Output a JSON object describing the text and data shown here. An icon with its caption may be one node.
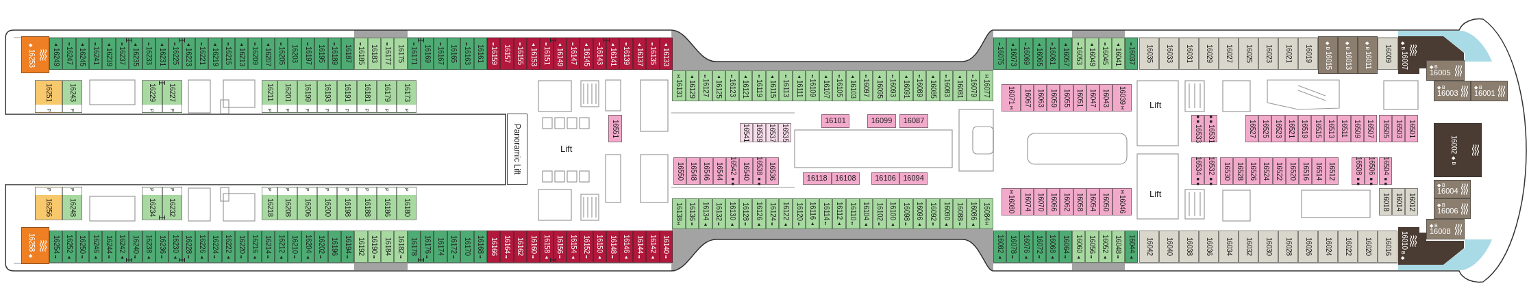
{
  "diagram": {
    "nodes": [
      {
        "text": [
          "◆",
          "16253"
        ]
      },
      {
        "text": [
          "▲",
          "16249"
        ]
      },
      {
        "text": [
          "••",
          "16247"
        ]
      },
      {
        "text": [
          "▲",
          "16245"
        ]
      },
      {
        "text": [
          "••",
          "16241"
        ]
      },
      {
        "text": [
          "▲",
          "16239"
        ]
      },
      {
        "text": [
          "••",
          "16237"
        ]
      },
      {
        "text": [
          "▲",
          "16235"
        ]
      },
      {
        "text": [
          "••",
          "16233"
        ]
      },
      {
        "text": [
          "▲",
          "16231"
        ]
      },
      {
        "text": [
          "••",
          "16225"
        ]
      },
      {
        "text": [
          "▲",
          "16223"
        ]
      },
      {
        "text": [
          "••",
          "16221"
        ]
      },
      {
        "text": [
          "▲",
          "16219"
        ]
      },
      {
        "text": [
          "••",
          "16215"
        ]
      },
      {
        "text": [
          "▲",
          "16213"
        ]
      },
      {
        "text": [
          "••",
          "16209"
        ]
      },
      {
        "text": [
          "▲",
          "16207"
        ]
      },
      {
        "text": [
          "••",
          "16205"
        ]
      },
      {
        "text": [
          "16203"
        ]
      },
      {
        "text": [
          "••",
          "16197"
        ]
      },
      {
        "text": [
          "16195"
        ]
      },
      {
        "text": [
          "••",
          "16189"
        ]
      },
      {
        "text": [
          "16187"
        ]
      },
      {
        "text": [
          "••",
          "16185"
        ]
      },
      {
        "text": [
          "16183"
        ]
      },
      {
        "text": [
          "••",
          "16177"
        ]
      },
      {
        "text": [
          "16175"
        ]
      },
      {
        "text": [
          "••",
          "16171"
        ]
      },
      {
        "text": [
          "16169"
        ]
      },
      {
        "text": [
          "••",
          "16167"
        ]
      },
      {
        "text": [
          "16165"
        ]
      },
      {
        "text": [
          "••",
          "16163"
        ]
      },
      {
        "text": [
          "16161"
        ]
      },
      {
        "text": [
          "••",
          "16159"
        ]
      },
      {
        "text": [
          "16157"
        ]
      },
      {
        "text": [
          "••",
          "16155"
        ]
      },
      {
        "text": [
          "▲",
          "16153"
        ]
      },
      {
        "text": [
          "••",
          "16151"
        ]
      },
      {
        "text": [
          "▲",
          "16149"
        ]
      },
      {
        "text": [
          "••",
          "16147"
        ]
      },
      {
        "text": [
          "▲",
          "16145"
        ]
      },
      {
        "text": [
          "••",
          "16143"
        ]
      },
      {
        "text": [
          "▲",
          "16141"
        ]
      },
      {
        "text": [
          "••",
          "16139"
        ]
      },
      {
        "text": [
          "▲",
          "16137"
        ]
      },
      {
        "text": [
          "••",
          "16135"
        ]
      },
      {
        "text": [
          "▲",
          "16133"
        ]
      },
      {
        "text": [
          "H",
          "16131"
        ]
      },
      {
        "text": [
          "▲",
          "16129"
        ]
      },
      {
        "text": [
          "••",
          "16127"
        ]
      },
      {
        "text": [
          "▲",
          "16125"
        ]
      },
      {
        "text": [
          "••",
          "16123"
        ]
      },
      {
        "text": [
          "▲",
          "16121"
        ]
      },
      {
        "text": [
          "••",
          "16119"
        ]
      },
      {
        "text": [
          "▲",
          "16115"
        ]
      },
      {
        "text": [
          "••",
          "16113"
        ]
      },
      {
        "text": [
          "▲",
          "16111"
        ]
      },
      {
        "text": [
          "••",
          "16109"
        ]
      },
      {
        "text": [
          "▲",
          "16107"
        ]
      },
      {
        "text": [
          "••",
          "16105"
        ]
      },
      {
        "text": [
          "▲",
          "16103"
        ]
      },
      {
        "text": [
          "••",
          "16097"
        ]
      },
      {
        "text": [
          "▲",
          "16095"
        ]
      },
      {
        "text": [
          "••",
          "16093"
        ]
      },
      {
        "text": [
          "▲",
          "16091"
        ]
      },
      {
        "text": [
          "••",
          "16089"
        ]
      },
      {
        "text": [
          "▲",
          "16085"
        ]
      },
      {
        "text": [
          "••",
          "16083"
        ]
      },
      {
        "text": [
          "▲",
          "16081"
        ]
      },
      {
        "text": [
          "••",
          "16079"
        ]
      },
      {
        "text": [
          "H",
          "16077"
        ]
      },
      {
        "text": [
          "••",
          "16075"
        ]
      },
      {
        "text": [
          "▲",
          "16073"
        ]
      },
      {
        "text": [
          "••",
          "16069"
        ]
      },
      {
        "text": [
          "▲",
          "16065"
        ]
      },
      {
        "text": [
          "••",
          "16061"
        ]
      },
      {
        "text": [
          "▲",
          "16057"
        ]
      },
      {
        "text": [
          "••",
          "16053"
        ]
      },
      {
        "text": [
          "▲",
          "16049"
        ]
      },
      {
        "text": [
          "••",
          "16045"
        ]
      },
      {
        "text": [
          "▲",
          "16041"
        ]
      },
      {
        "text": [
          "••",
          "16037"
        ]
      },
      {
        "text": [
          "16035"
        ]
      },
      {
        "text": [
          "16033"
        ]
      },
      {
        "text": [
          "16031"
        ]
      },
      {
        "text": [
          "16029"
        ]
      },
      {
        "text": [
          "16027"
        ]
      },
      {
        "text": [
          "16025"
        ]
      },
      {
        "text": [
          "16023"
        ]
      },
      {
        "text": [
          "16021"
        ]
      },
      {
        "text": [
          "16019"
        ]
      },
      {
        "text": [
          "◆ B",
          "16015"
        ]
      },
      {
        "text": [
          "◆ B",
          "16013"
        ]
      },
      {
        "text": [
          "◆ B",
          "16011"
        ]
      },
      {
        "text": [
          "16009"
        ]
      },
      {
        "text": [
          "◆ B",
          "16007"
        ]
      },
      {
        "text": [
          "◆ B",
          "16005"
        ]
      },
      {
        "text": [
          "◆ B",
          "16003"
        ]
      },
      {
        "text": [
          "◆ B",
          "16001"
        ]
      },
      {
        "text": [
          "16251",
          "P"
        ]
      },
      {
        "text": [
          "16243",
          "P"
        ]
      },
      {
        "text": [
          "16229",
          "P"
        ]
      },
      {
        "text": [
          "16227",
          "P"
        ]
      },
      {
        "text": [
          "16211",
          "P"
        ]
      },
      {
        "text": [
          "16201",
          "P"
        ]
      },
      {
        "text": [
          "16199",
          "P"
        ]
      },
      {
        "text": [
          "16193",
          "P"
        ]
      },
      {
        "text": [
          "16191",
          "P"
        ]
      },
      {
        "text": [
          "16181",
          "P"
        ]
      },
      {
        "text": [
          "16179",
          "P"
        ]
      },
      {
        "text": [
          "16173",
          "P"
        ]
      },
      {
        "text": [
          "Panoramic Lift"
        ]
      },
      {
        "text": [
          "16551"
        ]
      },
      {
        "text": [
          "16541"
        ]
      },
      {
        "text": [
          "16539"
        ]
      },
      {
        "text": [
          "16537"
        ]
      },
      {
        "text": [
          "16535"
        ]
      },
      {
        "text": [
          "16101"
        ]
      },
      {
        "text": [
          "16099"
        ]
      },
      {
        "text": [
          "16087"
        ]
      },
      {
        "text": [
          "16071",
          "H"
        ]
      },
      {
        "text": [
          "16067"
        ]
      },
      {
        "text": [
          "16063"
        ]
      },
      {
        "text": [
          "16059"
        ]
      },
      {
        "text": [
          "16055"
        ]
      },
      {
        "text": [
          "16051"
        ]
      },
      {
        "text": [
          "16047"
        ]
      },
      {
        "text": [
          "16043"
        ]
      },
      {
        "text": [
          "16039",
          "H"
        ]
      },
      {
        "text": [
          "■■",
          "16533"
        ]
      },
      {
        "text": [
          "■■",
          "16531"
        ]
      },
      {
        "text": [
          "16527"
        ]
      },
      {
        "text": [
          "16525"
        ]
      },
      {
        "text": [
          "16523"
        ]
      },
      {
        "text": [
          "16521"
        ]
      },
      {
        "text": [
          "16519"
        ]
      },
      {
        "text": [
          "16515"
        ]
      },
      {
        "text": [
          "16513"
        ]
      },
      {
        "text": [
          "16511"
        ]
      },
      {
        "text": [
          "16509"
        ]
      },
      {
        "text": [
          "16507"
        ]
      },
      {
        "text": [
          "16505"
        ]
      },
      {
        "text": [
          "16503"
        ]
      },
      {
        "text": [
          "16501"
        ]
      },
      {
        "text": [
          "16002",
          "◆ B"
        ]
      },
      {
        "text": [
          "P",
          "16256"
        ]
      },
      {
        "text": [
          "P",
          "16248"
        ]
      },
      {
        "text": [
          "P",
          "16234"
        ]
      },
      {
        "text": [
          "P",
          "16232"
        ]
      },
      {
        "text": [
          "P",
          "16218"
        ]
      },
      {
        "text": [
          "P",
          "16208"
        ]
      },
      {
        "text": [
          "P",
          "16206"
        ]
      },
      {
        "text": [
          "P",
          "16200"
        ]
      },
      {
        "text": [
          "P",
          "16198"
        ]
      },
      {
        "text": [
          "P",
          "16188"
        ]
      },
      {
        "text": [
          "P",
          "16186"
        ]
      },
      {
        "text": [
          "P",
          "16180"
        ]
      },
      {
        "text": [
          "16550"
        ]
      },
      {
        "text": [
          "16548"
        ]
      },
      {
        "text": [
          "16546"
        ]
      },
      {
        "text": [
          "16544"
        ]
      },
      {
        "text": [
          "16542",
          "■■"
        ]
      },
      {
        "text": [
          "16540"
        ]
      },
      {
        "text": [
          "16538",
          "■■"
        ]
      },
      {
        "text": [
          "16536"
        ]
      },
      {
        "text": [
          "16118"
        ]
      },
      {
        "text": [
          "16108"
        ]
      },
      {
        "text": [
          "16106"
        ]
      },
      {
        "text": [
          "16094"
        ]
      },
      {
        "text": [
          "H",
          "16080"
        ]
      },
      {
        "text": [
          "16074"
        ]
      },
      {
        "text": [
          "16070"
        ]
      },
      {
        "text": [
          "16066"
        ]
      },
      {
        "text": [
          "16062"
        ]
      },
      {
        "text": [
          "16058"
        ]
      },
      {
        "text": [
          "16054"
        ]
      },
      {
        "text": [
          "16050"
        ]
      },
      {
        "text": [
          "H",
          "16046"
        ]
      },
      {
        "text": [
          "16534",
          "■■"
        ]
      },
      {
        "text": [
          "16532",
          "■■"
        ]
      },
      {
        "text": [
          "16530"
        ]
      },
      {
        "text": [
          "16528"
        ]
      },
      {
        "text": [
          "16526"
        ]
      },
      {
        "text": [
          "16524"
        ]
      },
      {
        "text": [
          "16522"
        ]
      },
      {
        "text": [
          "16520"
        ]
      },
      {
        "text": [
          "16516"
        ]
      },
      {
        "text": [
          "16514"
        ]
      },
      {
        "text": [
          "16512"
        ]
      },
      {
        "text": [
          "16508",
          "■■"
        ]
      },
      {
        "text": [
          "16506",
          "■■"
        ]
      },
      {
        "text": [
          "16504",
          "■■"
        ]
      },
      {
        "text": [
          "16018"
        ]
      },
      {
        "text": [
          "16014"
        ]
      },
      {
        "text": [
          "16012"
        ]
      },
      {
        "text": [
          "◆ B",
          "16004"
        ]
      },
      {
        "text": [
          "◆ B",
          "16006"
        ]
      },
      {
        "text": [
          "◆ B",
          "16008"
        ]
      },
      {
        "text": [
          "16258",
          "◆"
        ]
      },
      {
        "text": [
          "16254",
          "••"
        ]
      },
      {
        "text": [
          "16252",
          "▲"
        ]
      },
      {
        "text": [
          "16250",
          "••"
        ]
      },
      {
        "text": [
          "16246",
          "▲"
        ]
      },
      {
        "text": [
          "16244",
          "••"
        ]
      },
      {
        "text": [
          "16242",
          "▲"
        ]
      },
      {
        "text": [
          "16240",
          "••"
        ]
      },
      {
        "text": [
          "16238",
          "▲"
        ]
      },
      {
        "text": [
          "16236",
          "••"
        ]
      },
      {
        "text": [
          "16230",
          "▲"
        ]
      },
      {
        "text": [
          "16228",
          "••"
        ]
      },
      {
        "text": [
          "16226",
          "▲"
        ]
      },
      {
        "text": [
          "16224",
          "••"
        ]
      },
      {
        "text": [
          "16222",
          "▲"
        ]
      },
      {
        "text": [
          "16220",
          "••"
        ]
      },
      {
        "text": [
          "16216",
          "▲"
        ]
      },
      {
        "text": [
          "16214",
          "••"
        ]
      },
      {
        "text": [
          "16212",
          "▲"
        ]
      },
      {
        "text": [
          "16210",
          "••"
        ]
      },
      {
        "text": [
          "16204",
          "▲"
        ]
      },
      {
        "text": [
          "16202",
          "••"
        ]
      },
      {
        "text": [
          "16196"
        ]
      },
      {
        "text": [
          "16194",
          "••"
        ]
      },
      {
        "text": [
          "16192"
        ]
      },
      {
        "text": [
          "16190",
          "••"
        ]
      },
      {
        "text": [
          "16184"
        ]
      },
      {
        "text": [
          "16182",
          "••"
        ]
      },
      {
        "text": [
          "16178"
        ]
      },
      {
        "text": [
          "16176",
          "••"
        ]
      },
      {
        "text": [
          "16174"
        ]
      },
      {
        "text": [
          "16172",
          "••"
        ]
      },
      {
        "text": [
          "16170"
        ]
      },
      {
        "text": [
          "16168",
          "••"
        ]
      },
      {
        "text": [
          "16166"
        ]
      },
      {
        "text": [
          "16164",
          "••"
        ]
      },
      {
        "text": [
          "16162"
        ]
      },
      {
        "text": [
          "16160",
          "••"
        ]
      },
      {
        "text": [
          "16158",
          "▲"
        ]
      },
      {
        "text": [
          "16156",
          "••"
        ]
      },
      {
        "text": [
          "16154",
          "▲"
        ]
      },
      {
        "text": [
          "16152",
          "••"
        ]
      },
      {
        "text": [
          "16150",
          "▲"
        ]
      },
      {
        "text": [
          "16148",
          "••"
        ]
      },
      {
        "text": [
          "16146",
          "▲"
        ]
      },
      {
        "text": [
          "16144",
          "••"
        ]
      },
      {
        "text": [
          "16142",
          "▲"
        ]
      },
      {
        "text": [
          "16140",
          "••"
        ]
      },
      {
        "text": [
          "16138",
          "H"
        ]
      },
      {
        "text": [
          "16136",
          "••"
        ]
      },
      {
        "text": [
          "16134",
          "▲"
        ]
      },
      {
        "text": [
          "16132",
          "••"
        ]
      },
      {
        "text": [
          "16130",
          "▲"
        ]
      },
      {
        "text": [
          "16128",
          "••"
        ]
      },
      {
        "text": [
          "16126",
          "▲"
        ]
      },
      {
        "text": [
          "16124",
          "••"
        ]
      },
      {
        "text": [
          "16122",
          "▲"
        ]
      },
      {
        "text": [
          "16120",
          "••"
        ]
      },
      {
        "text": [
          "16116",
          "▲"
        ]
      },
      {
        "text": [
          "16114",
          "••"
        ]
      },
      {
        "text": [
          "16112",
          "▲"
        ]
      },
      {
        "text": [
          "16110",
          "••"
        ]
      },
      {
        "text": [
          "16104",
          "▲"
        ]
      },
      {
        "text": [
          "16102",
          "••"
        ]
      },
      {
        "text": [
          "16100",
          "▲"
        ]
      },
      {
        "text": [
          "16098",
          "••"
        ]
      },
      {
        "text": [
          "16096",
          "▲"
        ]
      },
      {
        "text": [
          "16092",
          "••"
        ]
      },
      {
        "text": [
          "16090",
          "▲"
        ]
      },
      {
        "text": [
          "16088",
          "••"
        ]
      },
      {
        "text": [
          "16086",
          "▲"
        ]
      },
      {
        "text": [
          "16084",
          "H"
        ]
      },
      {
        "text": [
          "16082",
          "▲"
        ]
      },
      {
        "text": [
          "16078",
          "••"
        ]
      },
      {
        "text": [
          "16076",
          "▲"
        ]
      },
      {
        "text": [
          "16072",
          "••"
        ]
      },
      {
        "text": [
          "16068",
          "▲"
        ]
      },
      {
        "text": [
          "16064",
          "••"
        ]
      },
      {
        "text": [
          "16060",
          "▲"
        ]
      },
      {
        "text": [
          "16056",
          "••"
        ]
      },
      {
        "text": [
          "16052",
          "▲"
        ]
      },
      {
        "text": [
          "16048",
          "••"
        ]
      },
      {
        "text": [
          "16044",
          "▲"
        ]
      },
      {
        "text": [
          "16042"
        ]
      },
      {
        "text": [
          "16040"
        ]
      },
      {
        "text": [
          "16038"
        ]
      },
      {
        "text": [
          "16036"
        ]
      },
      {
        "text": [
          "16034"
        ]
      },
      {
        "text": [
          "16032"
        ]
      },
      {
        "text": [
          "16030"
        ]
      },
      {
        "text": [
          "16028"
        ]
      },
      {
        "text": [
          "16026"
        ]
      },
      {
        "text": [
          "16024"
        ]
      },
      {
        "text": [
          "16022"
        ]
      },
      {
        "text": [
          "16020"
        ]
      },
      {
        "text": [
          "16016"
        ]
      },
      {
        "text": [
          "16010",
          "B ◆"
        ]
      }
    ],
    "labels": [
      "Lift",
      "Lift",
      "Lift"
    ]
  }
}
